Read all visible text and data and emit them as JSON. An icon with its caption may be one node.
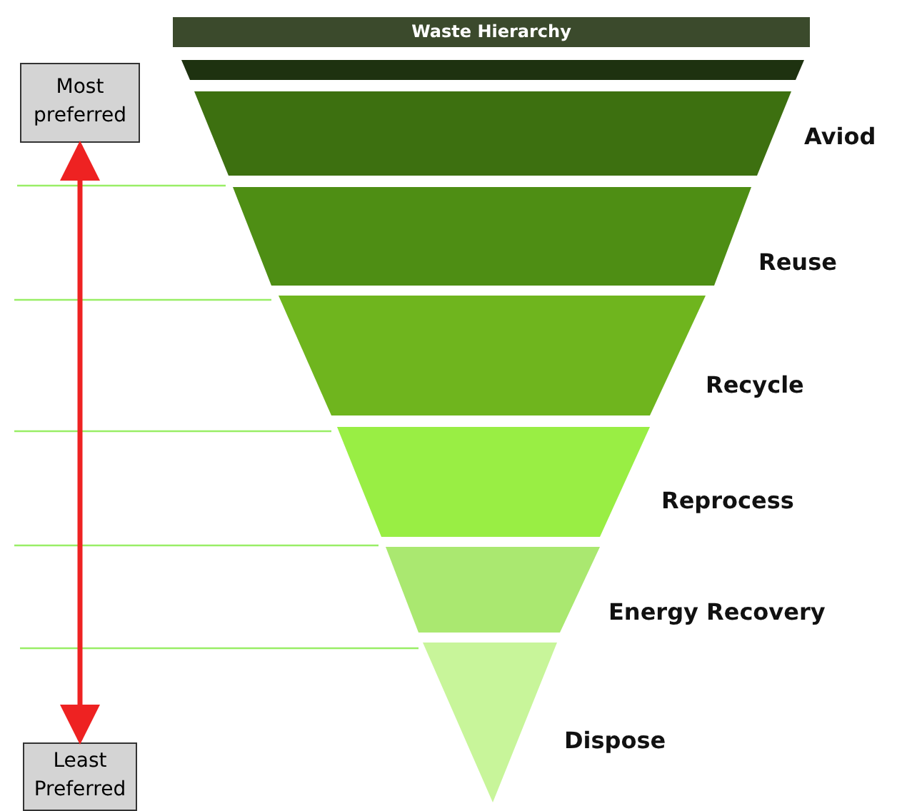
{
  "diagram": {
    "title": "Waste Hierarchy",
    "nodes": [
      {
        "text": [],
        "shape": "bar"
      },
      {
        "text": [
          "Aviod"
        ]
      },
      {
        "text": [
          "Reuse"
        ]
      },
      {
        "text": [
          "Recycle"
        ]
      },
      {
        "text": [
          "Reprocess"
        ]
      },
      {
        "text": [
          "Energy Recovery"
        ]
      },
      {
        "text": [
          "Dispose"
        ]
      },
      {
        "text": [
          "Most preferred"
        ]
      },
      {
        "text": [
          "Least Preferred"
        ]
      }
    ],
    "edges": [
      {
        "from": 7,
        "to": 8,
        "arrow": "both"
      }
    ]
  }
}
